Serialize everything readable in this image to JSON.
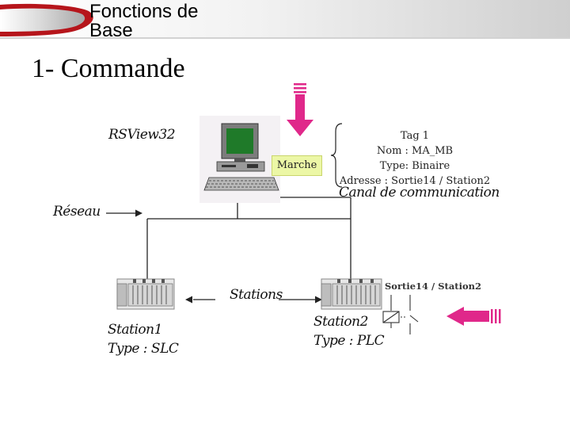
{
  "header": {
    "line1": "Fonctions de",
    "line2": "Base"
  },
  "slide_title": "1- Commande",
  "labels": {
    "software": "RSView32",
    "network": "Réseau",
    "stations": "Stations",
    "channel": "Canal de communication"
  },
  "button": {
    "marche": "Marche"
  },
  "tag_info": {
    "line1": "Tag 1",
    "line2": "Nom : MA_MB",
    "line3": "Type: Binaire",
    "line4": "Adresse : Sortie14 / Station2"
  },
  "station1": {
    "name": "Station1",
    "type": "Type : SLC"
  },
  "station2": {
    "name": "Station2",
    "type": "Type : PLC"
  },
  "output_label": "Sortie14 / Station2",
  "icons": [
    "computer-icon",
    "plc-rack-icon",
    "relay-contact-icon",
    "arrow-down-icon",
    "arrow-left-icon"
  ],
  "colors": {
    "arrow": "#e0288a",
    "button_bg": "#ecf7a6",
    "banner_red": "#c0141a"
  }
}
